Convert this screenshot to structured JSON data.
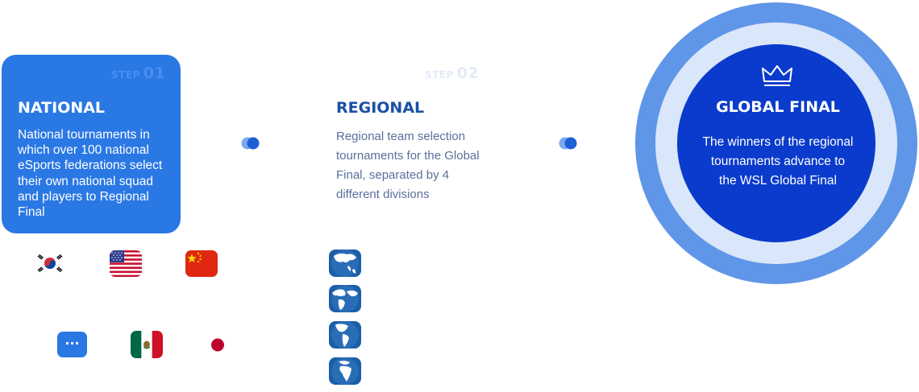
{
  "steps": [
    {
      "step_label": "STEP",
      "step_number": "01",
      "title": "NATIONAL",
      "description": "National tournaments in which over 100 national eSports federations select their own national squad and players to Regional Final"
    },
    {
      "step_label": "STEP",
      "step_number": "02",
      "title": "REGIONAL",
      "description": "Regional team selection tournaments for the Global Final, separated by 4 different divisions"
    }
  ],
  "global_final": {
    "title": "GLOBAL FINAL",
    "description": "The winners of the regional tournaments advance to the WSL Global Final"
  },
  "national_flags": [
    "south-korea-flag-icon",
    "usa-flag-icon",
    "china-flag-icon",
    "more-icon",
    "mexico-flag-icon",
    "japan-flag-icon"
  ],
  "more_label": "···",
  "regional_globes": [
    "asia-globe-icon",
    "europe-globe-icon",
    "americas-globe-icon",
    "africa-globe-icon"
  ],
  "colors": {
    "card_blue": "#2a78e4",
    "title_blue": "#1a4fa8",
    "ring_outer": "#5f96e8",
    "ring_mid": "#dae6fa",
    "ring_inner": "#0a3bcc"
  }
}
